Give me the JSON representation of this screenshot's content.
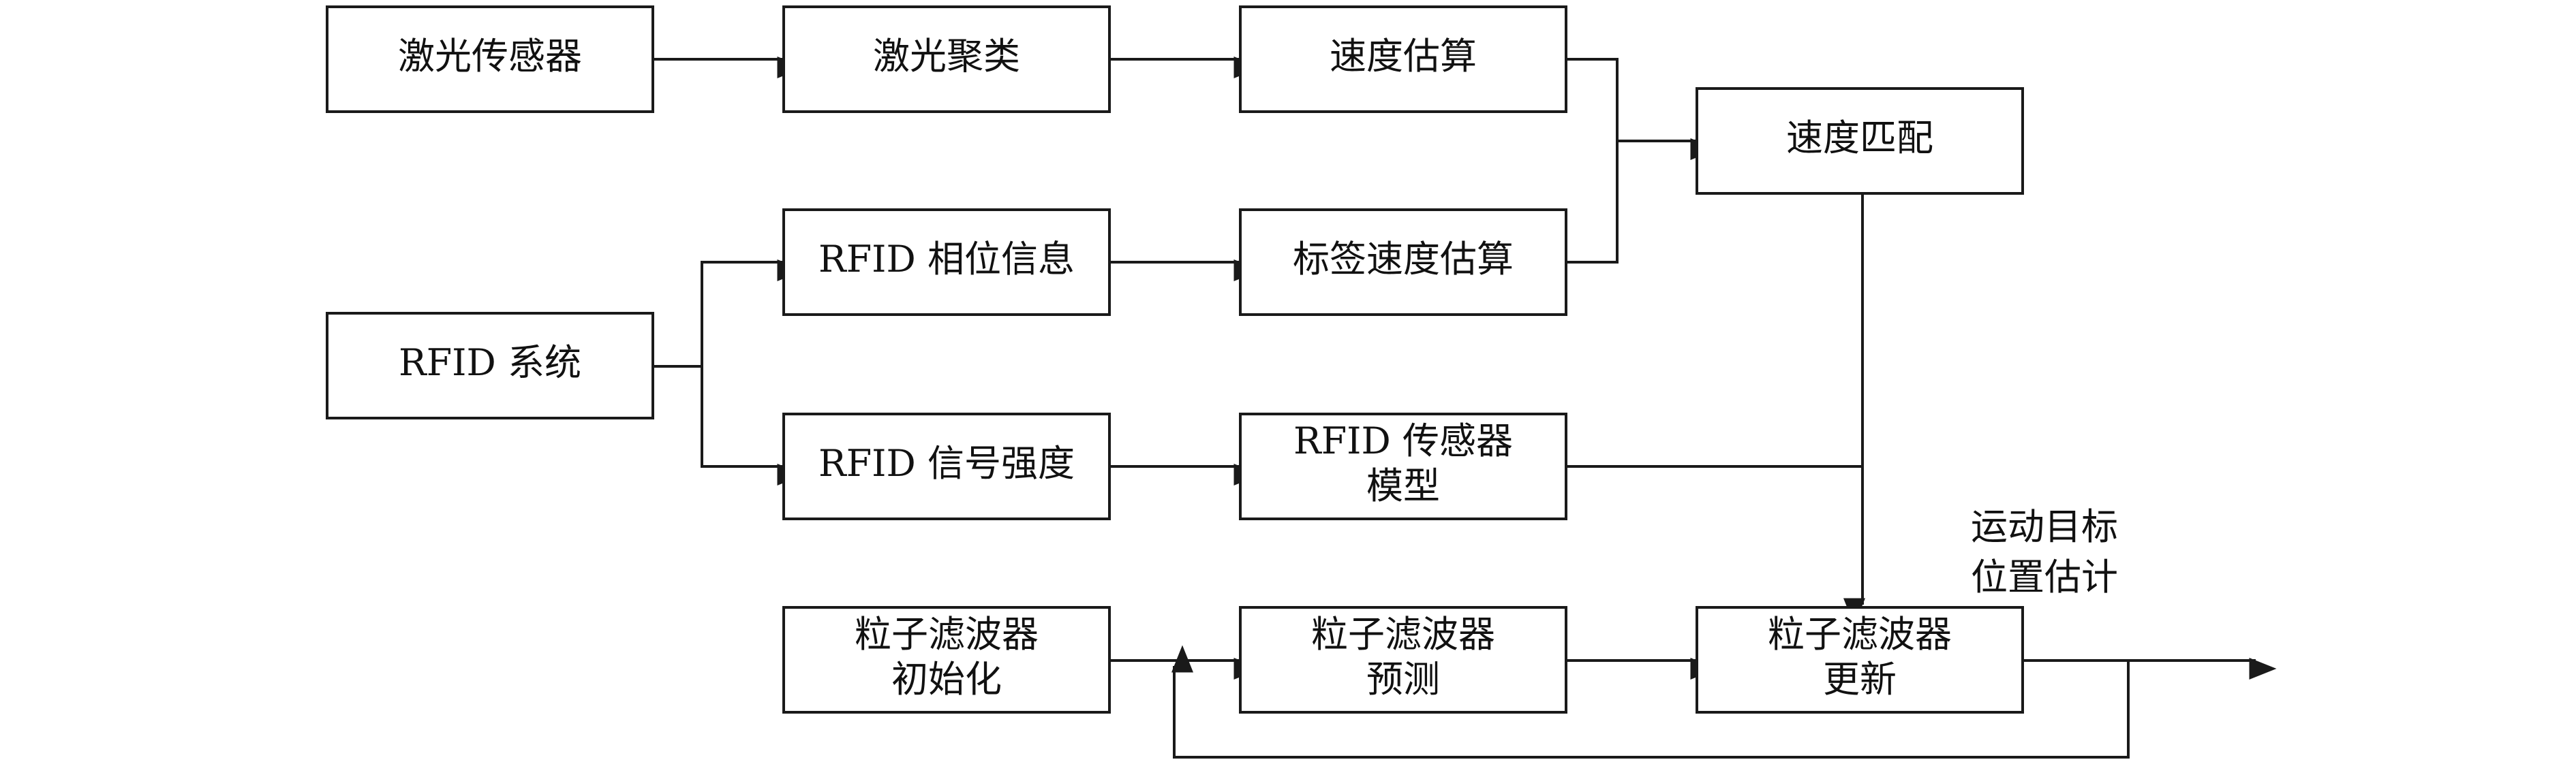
{
  "nodes": {
    "laser_sensor": [
      "激光传感器"
    ],
    "laser_cluster": [
      "激光聚类"
    ],
    "speed_estimate": [
      "速度估算"
    ],
    "speed_match": [
      "速度匹配"
    ],
    "rfid_phase": [
      "RFID 相位信息"
    ],
    "tag_speed_estimate": [
      "标签速度估算"
    ],
    "rfid_system": [
      "RFID 系统"
    ],
    "rfid_signal": [
      "RFID 信号强度"
    ],
    "rfid_sensor_model": [
      "RFID 传感器",
      "模型"
    ],
    "pf_init": [
      "粒子滤波器",
      "初始化"
    ],
    "pf_predict": [
      "粒子滤波器",
      "预测"
    ],
    "pf_update": [
      "粒子滤波器",
      "更新"
    ]
  },
  "output_label": [
    "运动目标",
    "位置估计"
  ]
}
